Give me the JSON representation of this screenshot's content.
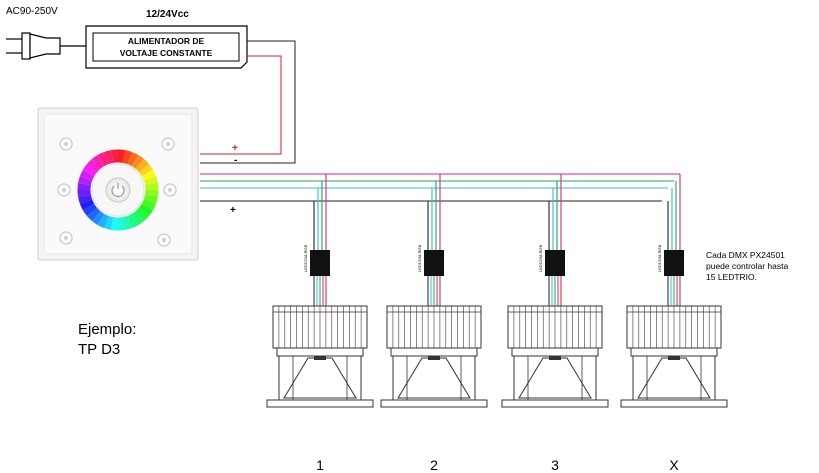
{
  "supply": {
    "input_voltage": "AC90-250V",
    "output_voltage": "12/24Vcc",
    "label_line1": "ALIMENTADOR DE",
    "label_line2": "VOLTAJE CONSTANTE",
    "plus_sign": "+",
    "minus_sign": "-"
  },
  "panel": {
    "icons": [
      "power-icon",
      "mode-icon",
      "brightness-down-icon",
      "brightness-up-icon",
      "speed-icon",
      "zone-icon"
    ],
    "color_ring": [
      "#ff0000",
      "#ffff00",
      "#00ff00",
      "#00ffff",
      "#0000ff",
      "#ff00ff"
    ],
    "bus_plus": "+"
  },
  "example": {
    "line1": "Ejemplo:",
    "line2": "TP D3"
  },
  "decoder_label": "LEDCOM-RGB",
  "note": {
    "line1": "Cada DMX PX24501",
    "line2": "puede controlar hasta",
    "line3": "15 LEDTRIO."
  },
  "fixtures": [
    {
      "number": "1"
    },
    {
      "number": "2"
    },
    {
      "number": "3"
    },
    {
      "number": "X"
    }
  ],
  "wire_colors": {
    "magenta": "#d2288a",
    "green": "#1fa84a",
    "cyan": "#3bb8d6",
    "black": "#222222",
    "red": "#d61f26"
  }
}
